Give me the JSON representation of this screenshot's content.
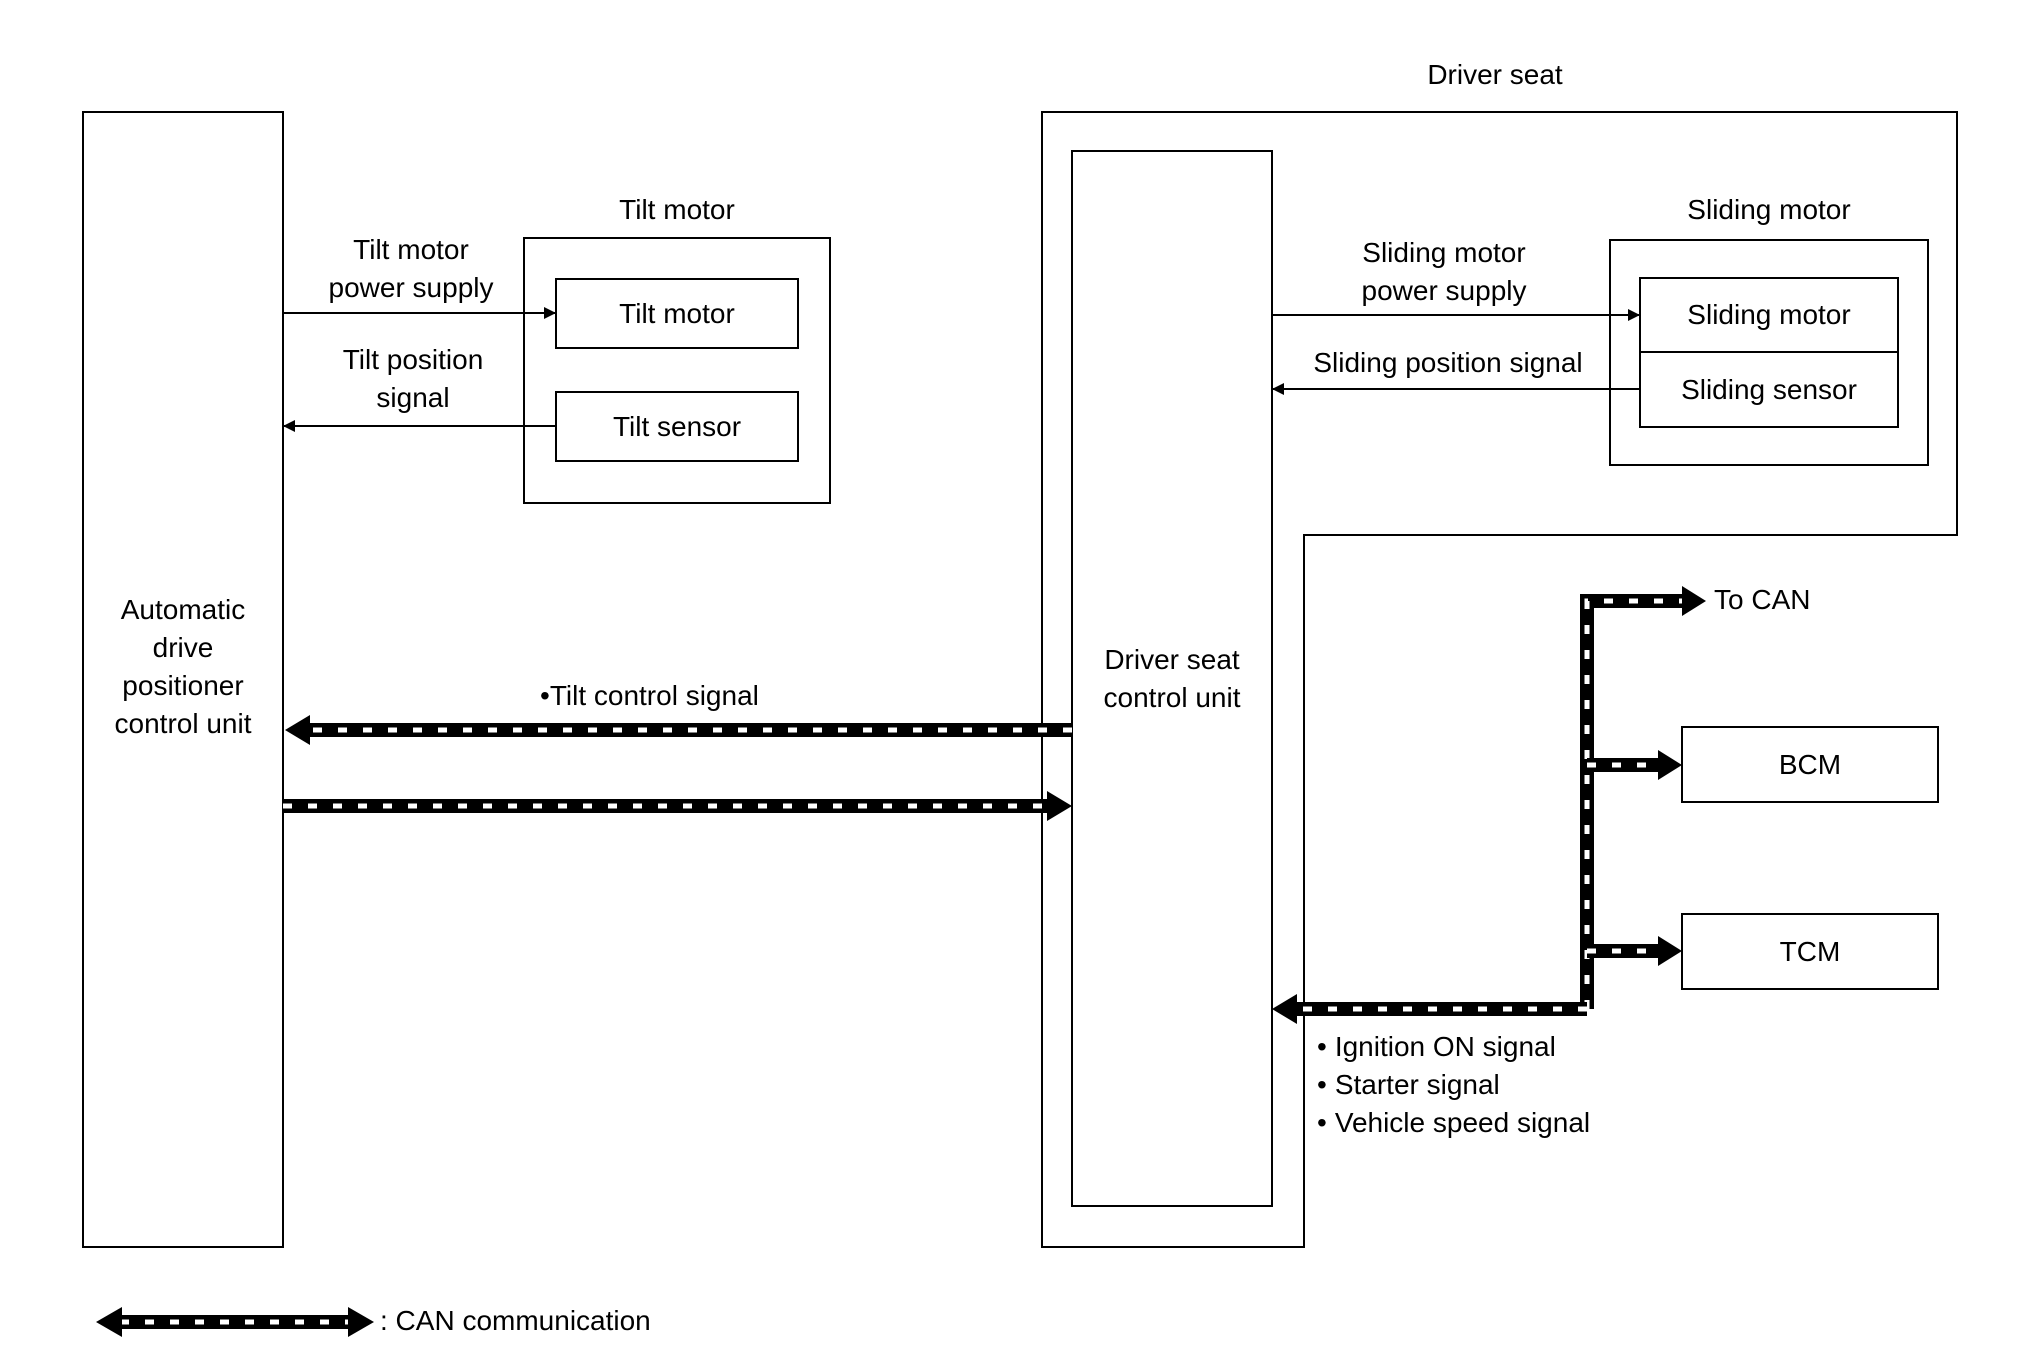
{
  "driver_seat": {
    "group_label": "Driver seat"
  },
  "adp_unit": {
    "label_lines": [
      "Automatic",
      "drive",
      "positioner",
      "control unit"
    ]
  },
  "tilt_motor_group": {
    "title": "Tilt motor",
    "motor_box": "Tilt motor",
    "sensor_box": "Tilt sensor"
  },
  "tilt_signals": {
    "power_supply": [
      "Tilt motor",
      "power supply"
    ],
    "position_signal": [
      "Tilt position",
      "signal"
    ]
  },
  "sliding_motor_group": {
    "title": "Sliding motor",
    "motor_box": "Sliding motor",
    "sensor_box": "Sliding sensor"
  },
  "sliding_signals": {
    "power_supply": [
      "Sliding motor",
      "power supply"
    ],
    "position_signal": "Sliding position signal"
  },
  "seat_control_unit": {
    "label_lines": [
      "Driver seat",
      "control unit"
    ]
  },
  "can_signals": {
    "tilt_control": "Tilt control signal",
    "to_can": "To CAN",
    "bcm": "BCM",
    "tcm": "TCM",
    "inputs": [
      "Ignition ON signal",
      "Starter signal",
      "Vehicle speed signal"
    ]
  },
  "legend": {
    "can_label": ": CAN communication"
  },
  "colors": {
    "line": "#000000",
    "background": "#ffffff"
  }
}
